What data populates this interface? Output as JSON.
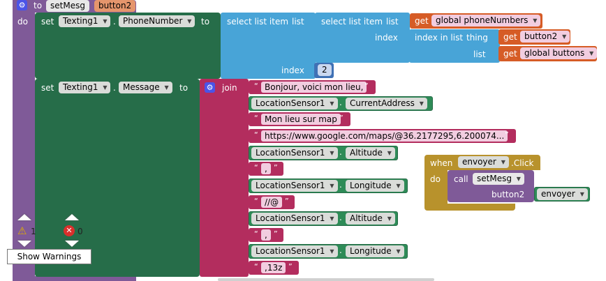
{
  "proc": {
    "to": "to",
    "name": "setMesg",
    "param": "button2",
    "do": "do"
  },
  "set1": {
    "set": "set",
    "component": "Texting1",
    "property": "PhoneNumber",
    "to": "to"
  },
  "sel_outer": {
    "label": "select list item",
    "list": "list",
    "index": "index",
    "index_value": "2"
  },
  "sel_inner": {
    "label": "select list item",
    "list": "list",
    "index": "index"
  },
  "get1": {
    "get": "get",
    "var": "global phoneNumbers"
  },
  "iil": {
    "label": "index in list",
    "thing": "thing",
    "list": "list"
  },
  "get2": {
    "get": "get",
    "var": "button2"
  },
  "get3": {
    "get": "get",
    "var": "global buttons"
  },
  "set2": {
    "set": "set",
    "component": "Texting1",
    "property": "Message",
    "to": "to"
  },
  "join": {
    "label": "join"
  },
  "quote": {
    "open": "“",
    "close": "”"
  },
  "texts": {
    "t1": "Bonjour, voici mon lieu,",
    "t2": "Mon lieu sur map",
    "t3": "https://www.google.com/maps/@36.2177295,6.200074...",
    "t4": ",",
    "t5": "//@",
    "t6": ",",
    "t7": ",13z"
  },
  "sensors": [
    {
      "component": "LocationSensor1",
      "property": "CurrentAddress"
    },
    {
      "component": "LocationSensor1",
      "property": "Altitude"
    },
    {
      "component": "LocationSensor1",
      "property": "Longitude"
    },
    {
      "component": "LocationSensor1",
      "property": "Altitude"
    },
    {
      "component": "LocationSensor1",
      "property": "Longitude"
    }
  ],
  "event": {
    "when": "when",
    "component": "envoyer",
    "event": ".Click",
    "do": "do",
    "call": "call",
    "proc": "setMesg",
    "param": "button2",
    "arg": "envoyer"
  },
  "workspace": {
    "warning_count": "1",
    "error_count": "0",
    "show_warnings": "Show Warnings"
  }
}
